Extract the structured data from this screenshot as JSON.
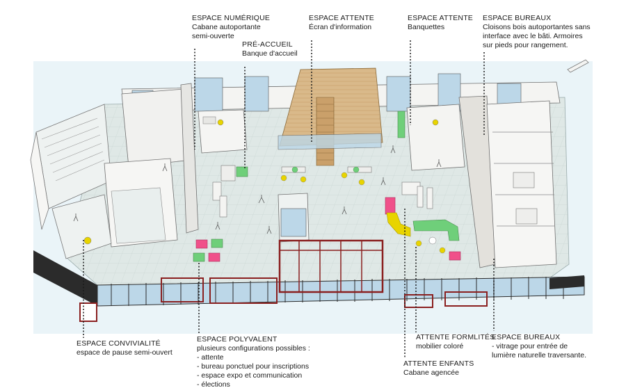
{
  "labels": {
    "numerique": {
      "title": "ESPACE NUMÉRIQUE",
      "lines": [
        "Cabane autoportante",
        "semi-ouverte"
      ]
    },
    "attente_ecran": {
      "title": "ESPACE ATTENTE",
      "lines": [
        "Écran d'information"
      ]
    },
    "attente_banquettes": {
      "title": "ESPACE ATTENTE",
      "lines": [
        "Banquettes"
      ]
    },
    "bureaux_top": {
      "title": "ESPACE BUREAUX",
      "lines": [
        "Cloisons bois autoportantes sans",
        "interface avec le bâti. Armoires",
        "sur pieds pour rangement."
      ]
    },
    "pre_accueil": {
      "title": "PRÉ-ACCUEIL",
      "lines": [
        "Banque d'accueil"
      ]
    },
    "convivialite": {
      "title": "ESPACE CONVIVIALITÉ",
      "lines": [
        "espace de pause semi-ouvert"
      ]
    },
    "polyvalent": {
      "title": "ESPACE POLYVALENT",
      "lines": [
        "plusieurs configurations possibles :"
      ],
      "items": [
        "- attente",
        "- bureau ponctuel pour inscriptions",
        "- espace expo et communication",
        "- élections"
      ]
    },
    "formalites": {
      "title": "ATTENTE FORMLITÉS",
      "lines": [
        "mobilier coloré"
      ]
    },
    "enfants": {
      "title": "ATTENTE ENFANTS",
      "lines": [
        "Cabane agencée"
      ]
    },
    "bureaux_bottom": {
      "title": "ESPACE BUREAUX",
      "lines": [
        "- vitrage pour entrée de",
        "lumière naturelle traversante."
      ]
    }
  },
  "colors": {
    "floor": "#dfe8e6",
    "floor_grid": "#c9d6d3",
    "wall": "#f4f4f2",
    "wall_edge": "#6e6e6e",
    "wood": "#d9b98a",
    "glass": "#bcd7e8",
    "facade_red": "#8a1f1f",
    "facade_dark": "#2b2b2b",
    "yellow": "#e8d400",
    "green": "#6fcf7a",
    "pink": "#f0508a",
    "sky": "#e9f3f8"
  },
  "icons": [
    "chair-icon",
    "person-icon",
    "plant-icon",
    "table-icon"
  ]
}
